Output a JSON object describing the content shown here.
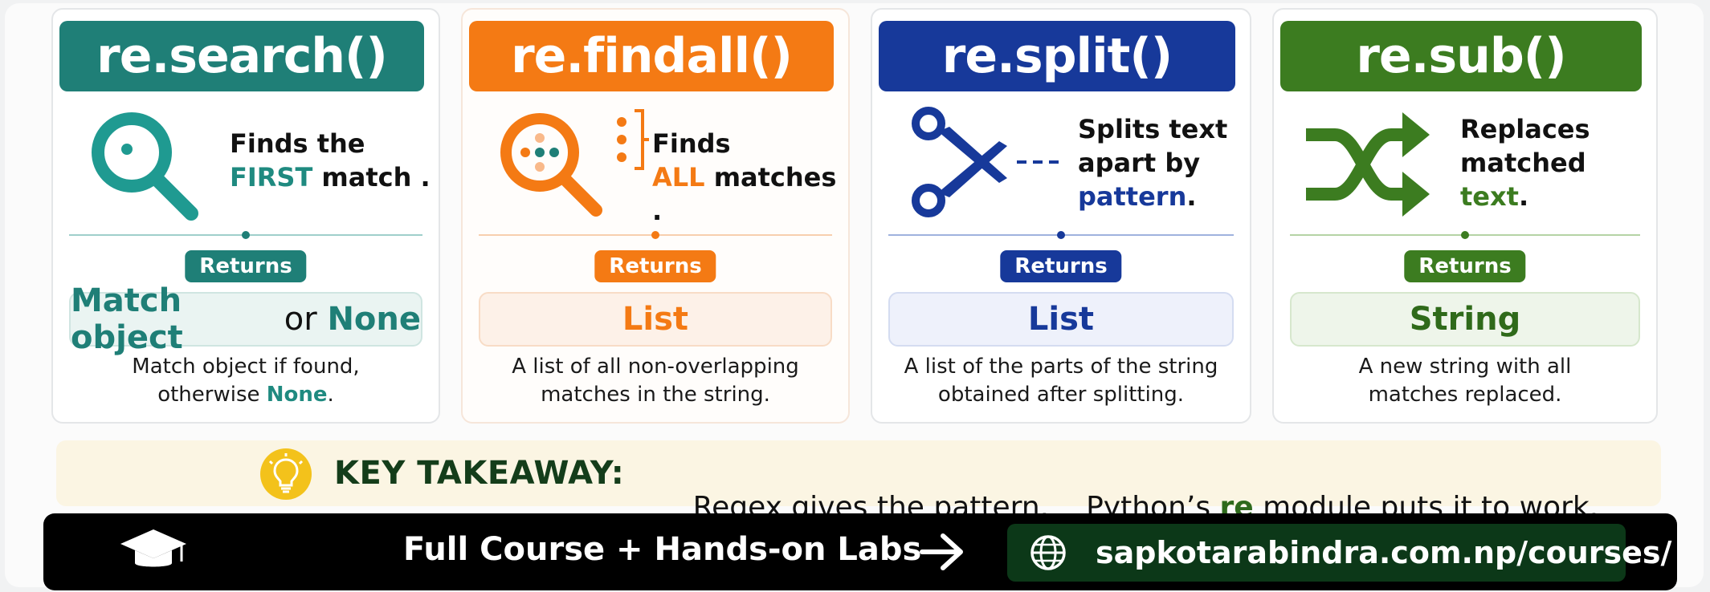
{
  "cards": [
    {
      "title": "re.search()",
      "desc": {
        "line1": "Finds the",
        "highlight": "FIRST",
        "after": " match ."
      },
      "returns_label": "Returns",
      "result": {
        "a": "Match object",
        "mid": " or ",
        "b": "None"
      },
      "note": {
        "line1": "Match object if found,",
        "line2_pre": "otherwise ",
        "line2_hl": "None",
        "line2_post": "."
      },
      "icon": "magnifier-icon"
    },
    {
      "title": "re.findall()",
      "desc": {
        "line1": "Finds",
        "highlight": "ALL",
        "after": " matches ."
      },
      "returns_label": "Returns",
      "result": "List",
      "note": {
        "line1": "A list of all non-overlapping",
        "line2": "matches in the string."
      },
      "icon": "magnifier-multi-icon"
    },
    {
      "title": "re.split()",
      "desc": {
        "line1": "Splits text",
        "line2": "apart by",
        "highlight": "pattern",
        "after": "."
      },
      "returns_label": "Returns",
      "result": "List",
      "note": {
        "line1": "A list of the parts of the string",
        "line2": "obtained after splitting."
      },
      "icon": "scissors-icon"
    },
    {
      "title": "re.sub()",
      "desc": {
        "line1": "Replaces",
        "line2": "matched",
        "highlight": "text",
        "after": "."
      },
      "returns_label": "Returns",
      "result": "String",
      "note": {
        "line1": "A new string with all",
        "line2": "matches replaced."
      },
      "icon": "shuffle-icon"
    }
  ],
  "takeaway": {
    "label": "KEY TAKEAWAY:",
    "text1": "Regex gives the pattern.",
    "text2_pre": "Python’s ",
    "text2_hl": "re",
    "text2_post": " module puts it to work."
  },
  "footer": {
    "course": "Full Course + Hands-on Labs",
    "url": "sapkotarabindra.com.np/courses/"
  },
  "colors": {
    "teal": "#1f7f77",
    "orange": "#f47a14",
    "blue": "#17399a",
    "green": "#3c7c20",
    "dark_green": "#0c3818"
  }
}
